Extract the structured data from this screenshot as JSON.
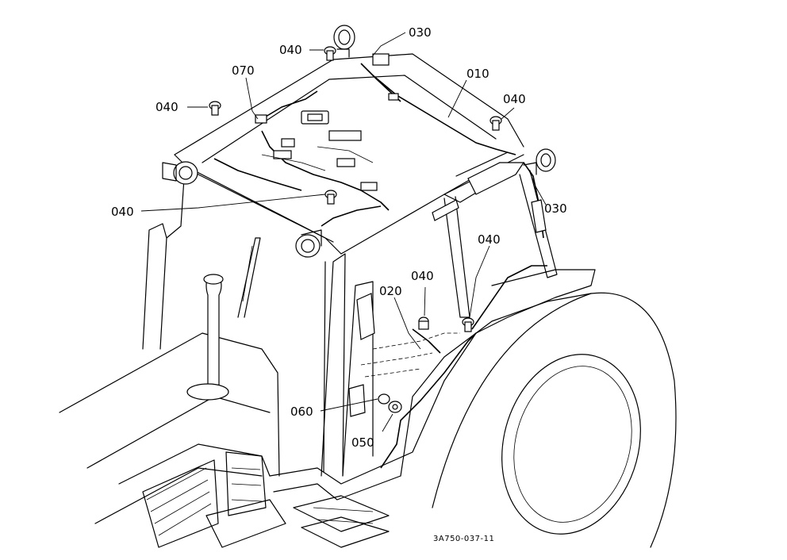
{
  "callouts": [
    {
      "id": "030_top",
      "text": "030"
    },
    {
      "id": "040_top",
      "text": "040"
    },
    {
      "id": "070",
      "text": "070"
    },
    {
      "id": "010",
      "text": "010"
    },
    {
      "id": "040_upper_left",
      "text": "040"
    },
    {
      "id": "040_right",
      "text": "040"
    },
    {
      "id": "030_right",
      "text": "030"
    },
    {
      "id": "040_left",
      "text": "040"
    },
    {
      "id": "040_mid",
      "text": "040"
    },
    {
      "id": "040_lower_right",
      "text": "040"
    },
    {
      "id": "020",
      "text": "020"
    },
    {
      "id": "060",
      "text": "060"
    },
    {
      "id": "050",
      "text": "050"
    }
  ],
  "figure_ref": "3A750-037-11"
}
